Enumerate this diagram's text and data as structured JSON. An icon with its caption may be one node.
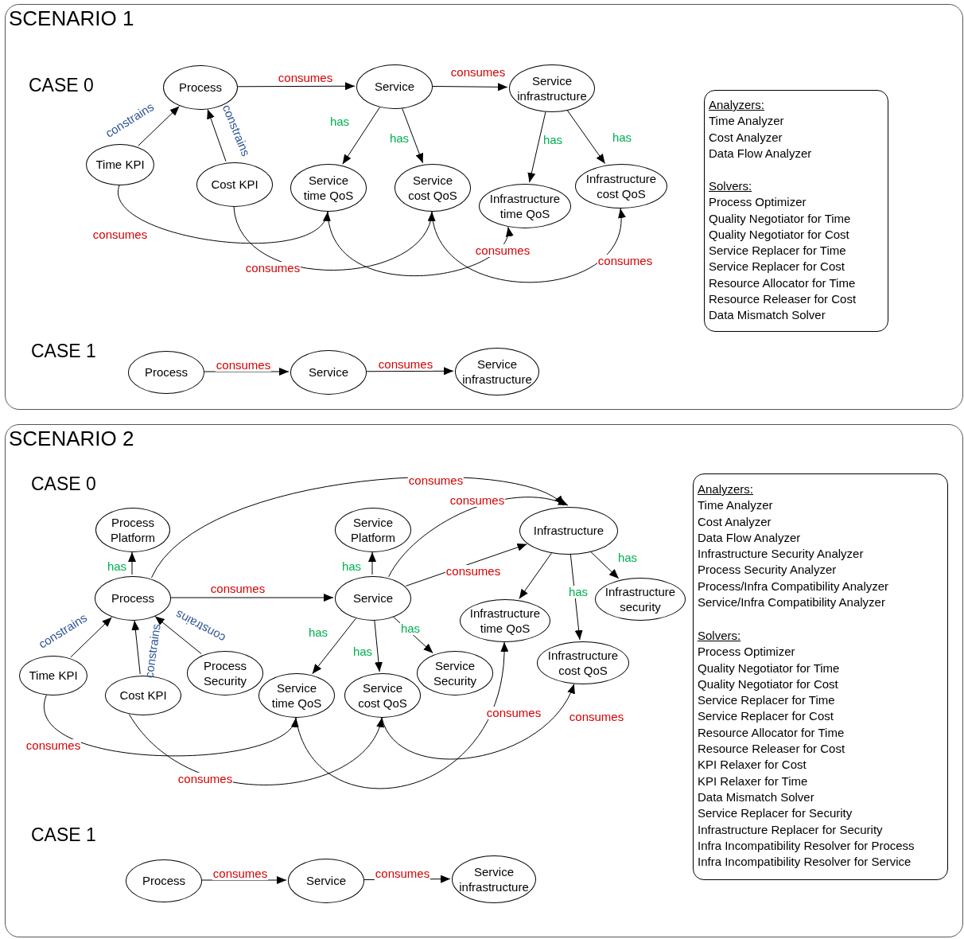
{
  "diagram": {
    "nodes": [
      {
        "text": [
          "SCENARIO 1"
        ]
      },
      {
        "text": [
          "Process"
        ],
        "in": 0
      },
      {
        "text": [
          "Service"
        ],
        "in": 0
      },
      {
        "text": [
          "Service infrastructure"
        ],
        "in": 0
      },
      {
        "text": [
          "Time KPI"
        ],
        "in": 0
      },
      {
        "text": [
          "Cost KPI"
        ],
        "in": 0
      },
      {
        "text": [
          "Service time QoS"
        ],
        "in": 0
      },
      {
        "text": [
          "Service cost QoS"
        ],
        "in": 0
      },
      {
        "text": [
          "Infrastructure time QoS"
        ],
        "in": 0
      },
      {
        "text": [
          "Infrastructure cost QoS"
        ],
        "in": 0
      },
      {
        "text": [],
        "shape": "box",
        "in": 0
      },
      {
        "text": [
          "Analyzers:",
          "Time Analyzer",
          "Cost Analyzer",
          "Data Flow Analyzer"
        ],
        "in": 10
      },
      {
        "text": [
          "Solvers:",
          "Process Optimizer",
          "Quality Negotiator for Time",
          "Quality Negotiator for Cost",
          "Service Replacer for Time",
          "Service Replacer for Cost",
          "Resource Allocator for Time",
          "Resource Releaser for Cost",
          "Data Mismatch Solver"
        ],
        "in": 10
      },
      {
        "text": [
          "Process"
        ],
        "in": 0
      },
      {
        "text": [
          "Service"
        ],
        "in": 0
      },
      {
        "text": [
          "Service infrastructure"
        ],
        "in": 0
      },
      {
        "text": [
          "SCENARIO 2"
        ]
      },
      {
        "text": [
          "Process Platform"
        ],
        "in": 16
      },
      {
        "text": [
          "Service Platform"
        ],
        "in": 16
      },
      {
        "text": [
          "Infrastructure"
        ],
        "in": 16
      },
      {
        "text": [
          "Process"
        ],
        "in": 16
      },
      {
        "text": [
          "Service"
        ],
        "in": 16
      },
      {
        "text": [
          "Infrastructure security"
        ],
        "in": 16
      },
      {
        "text": [
          "Infrastructure time QoS"
        ],
        "in": 16
      },
      {
        "text": [
          "Time KPI"
        ],
        "in": 16
      },
      {
        "text": [
          "Cost KPI"
        ],
        "in": 16
      },
      {
        "text": [
          "Process Security"
        ],
        "in": 16
      },
      {
        "text": [
          "Service time QoS"
        ],
        "in": 16
      },
      {
        "text": [
          "Service cost QoS"
        ],
        "in": 16
      },
      {
        "text": [
          "Service Security"
        ],
        "in": 16
      },
      {
        "text": [
          "Infrastructure cost QoS"
        ],
        "in": 16
      },
      {
        "text": [],
        "shape": "box",
        "in": 16
      },
      {
        "text": [
          "Analyzers:",
          "Time Analyzer",
          "Cost Analyzer",
          "Data Flow Analyzer",
          "Infrastructure Security Analyzer",
          "Process Security Analyzer",
          "Process/Infra Compatibility Analyzer",
          "Service/Infra Compatibility Analyzer"
        ],
        "in": 31
      },
      {
        "text": [
          "Solvers:",
          "Process Optimizer",
          "Quality Negotiator for Time",
          "Quality Negotiator for Cost",
          "Service Replacer for Time",
          "Service Replacer for Cost",
          "Resource Allocator for Time",
          "Resource Releaser for Cost",
          "KPI Relaxer for Cost",
          "KPI Relaxer for Time",
          "Data Mismatch Solver",
          "Service Replacer for Security",
          "Infrastructure Replacer for Security",
          "Infra Incompatibility Resolver for Process",
          "Infra Incompatibility Resolver for Service"
        ],
        "in": 31
      },
      {
        "text": [
          "Process"
        ],
        "in": 16
      },
      {
        "text": [
          "Service"
        ],
        "in": 16
      },
      {
        "text": [
          "Service infrastructure"
        ],
        "in": 16
      }
    ],
    "edges": [
      {
        "from": 1,
        "to": 2,
        "arrow": "to",
        "label": "consumes"
      },
      {
        "from": 2,
        "to": 3,
        "arrow": "to",
        "label": "consumes"
      },
      {
        "from": 4,
        "to": 6,
        "arrow": "to",
        "label": "consumes"
      },
      {
        "from": 5,
        "to": 7,
        "arrow": "to",
        "label": "consumes"
      },
      {
        "from": 6,
        "to": 8,
        "arrow": "to",
        "label": "consumes"
      },
      {
        "from": 7,
        "to": 9,
        "arrow": "to",
        "label": "consumes"
      },
      {
        "from": 2,
        "to": 6,
        "arrow": "to",
        "label": "has"
      },
      {
        "from": 2,
        "to": 7,
        "arrow": "to",
        "label": "has"
      },
      {
        "from": 3,
        "to": 8,
        "arrow": "to",
        "label": "has"
      },
      {
        "from": 3,
        "to": 9,
        "arrow": "to",
        "label": "has"
      },
      {
        "from": 4,
        "to": 1,
        "arrow": "to",
        "label": "constrains"
      },
      {
        "from": 5,
        "to": 1,
        "arrow": "to",
        "label": "constrains"
      },
      {
        "from": 13,
        "to": 14,
        "arrow": "to",
        "label": "consumes"
      },
      {
        "from": 14,
        "to": 15,
        "arrow": "to",
        "label": "consumes"
      },
      {
        "from": 20,
        "to": 21,
        "arrow": "to",
        "label": "consumes"
      },
      {
        "from": 20,
        "to": 19,
        "arrow": "to",
        "label": "consumes"
      },
      {
        "from": 21,
        "to": 19,
        "arrow": "to",
        "label": "consumes"
      },
      {
        "from": 21,
        "to": 19,
        "arrow": "to",
        "label": "consumes"
      },
      {
        "from": 24,
        "to": 27,
        "arrow": "to",
        "label": "consumes"
      },
      {
        "from": 25,
        "to": 28,
        "arrow": "to",
        "label": "consumes"
      },
      {
        "from": 27,
        "to": 23,
        "arrow": "to",
        "label": "consumes"
      },
      {
        "from": 28,
        "to": 30,
        "arrow": "to",
        "label": "consumes"
      },
      {
        "from": 20,
        "to": 17,
        "arrow": "to",
        "label": "has"
      },
      {
        "from": 21,
        "to": 18,
        "arrow": "to",
        "label": "has"
      },
      {
        "from": 21,
        "to": 27,
        "arrow": "to",
        "label": "has"
      },
      {
        "from": 21,
        "to": 28,
        "arrow": "to",
        "label": "has"
      },
      {
        "from": 21,
        "to": 29,
        "arrow": "to",
        "label": "has"
      },
      {
        "from": 19,
        "to": 23,
        "arrow": "to"
      },
      {
        "from": 19,
        "to": 30,
        "arrow": "to",
        "label": "has"
      },
      {
        "from": 19,
        "to": 22,
        "arrow": "to",
        "label": "has"
      },
      {
        "from": 24,
        "to": 20,
        "arrow": "to",
        "label": "constrains"
      },
      {
        "from": 25,
        "to": 20,
        "arrow": "to",
        "label": "constrains"
      },
      {
        "from": 26,
        "to": 20,
        "arrow": "to",
        "label": "constrains"
      },
      {
        "from": 34,
        "to": 35,
        "arrow": "to",
        "label": "consumes"
      },
      {
        "from": 35,
        "to": 36,
        "arrow": "to",
        "label": "consumes"
      }
    ],
    "labels": [
      "CASE 0",
      "CASE 1",
      "CASE 0",
      "CASE 1"
    ]
  }
}
